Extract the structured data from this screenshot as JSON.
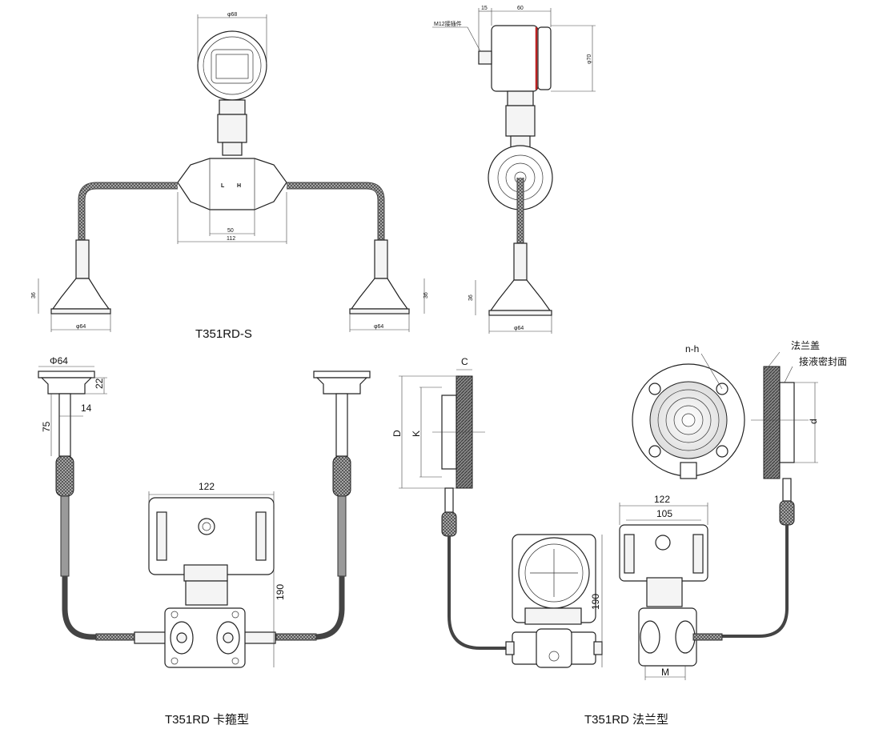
{
  "captions": {
    "top_left": "T351RD-S",
    "bottom_left": "T351RD 卡箍型",
    "bottom_right": "T351RD 法兰型"
  },
  "dims_small": {
    "phi68": "φ68",
    "d50": "50",
    "d112": "112",
    "d36a": "36",
    "d36b": "36",
    "d36c": "36",
    "phi64a": "φ64",
    "phi64b": "φ64",
    "phi64c": "φ64",
    "d15": "15",
    "d60": "60",
    "phi70": "φ70",
    "m12": "M12接插件",
    "label_L": "L",
    "label_H": "H"
  },
  "dims_large": {
    "phi64": "Φ64",
    "d22": "22",
    "d14": "14",
    "d75": "75",
    "d122a": "122",
    "d190a": "190",
    "C": "C",
    "D": "D",
    "K": "K",
    "nh": "n-h",
    "flange_cover": "法兰盖",
    "seal_face": "接液密封面",
    "d": "d",
    "d190b": "190",
    "d122b": "122",
    "d105": "105",
    "M": "M"
  }
}
